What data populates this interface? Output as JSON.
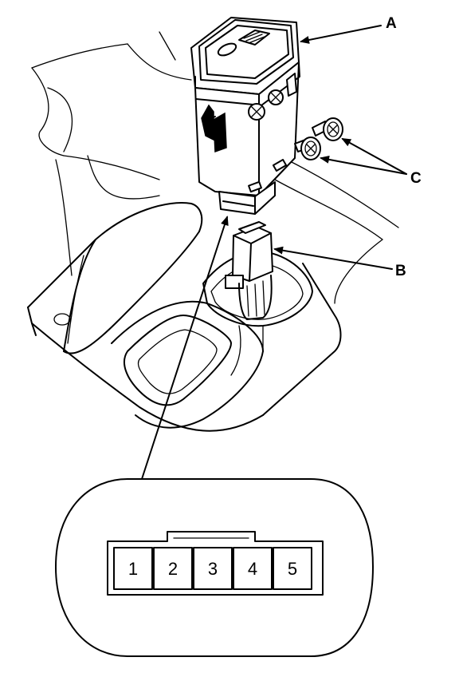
{
  "callouts": {
    "a": "A",
    "b": "B",
    "c": "C"
  },
  "connector_pins": [
    "1",
    "2",
    "3",
    "4",
    "5"
  ]
}
